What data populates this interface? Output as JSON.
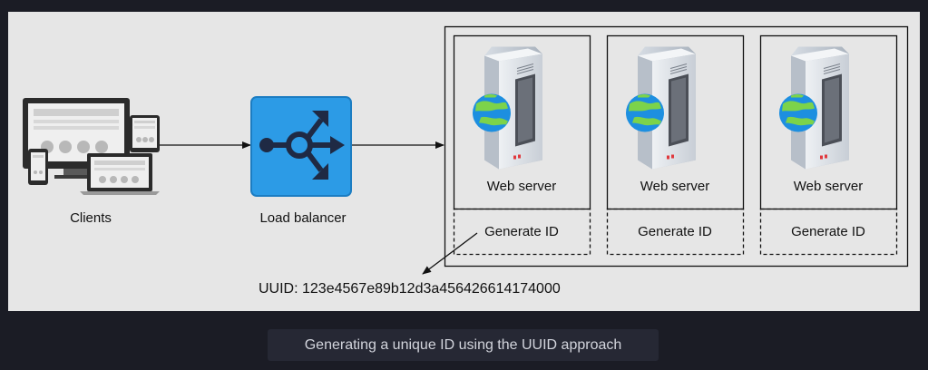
{
  "diagram": {
    "clients_label": "Clients",
    "load_balancer_label": "Load balancer",
    "servers": [
      {
        "label": "Web server",
        "generate_label": "Generate ID"
      },
      {
        "label": "Web server",
        "generate_label": "Generate ID"
      },
      {
        "label": "Web server",
        "generate_label": "Generate ID"
      }
    ],
    "uuid_label": "UUID: 123e4567e89b12d3a456426614174000"
  },
  "caption": "Generating a unique ID using the UUID approach",
  "colors": {
    "page_bg": "#1b1c25",
    "canvas_bg": "#e6e6e6",
    "load_balancer_blue": "#2c9be6",
    "globe_blue": "#1d8fe0",
    "globe_green": "#7cd34a",
    "caption_bg": "#262834",
    "caption_text": "#d2d4dc"
  }
}
